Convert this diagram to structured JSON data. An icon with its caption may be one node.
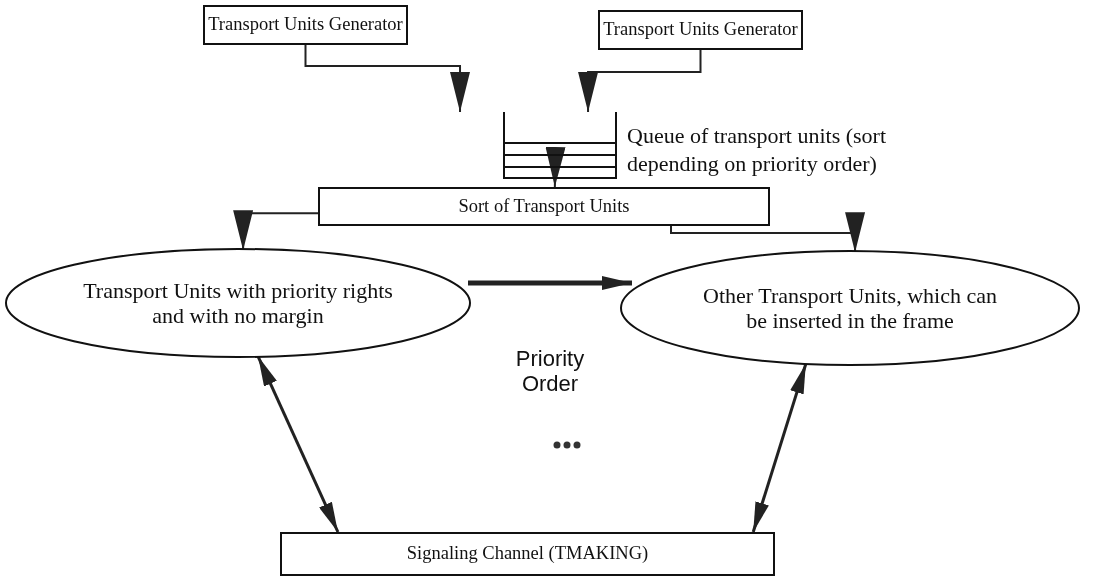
{
  "diagram": {
    "nodes": [
      {
        "text": [
          "Transport Units Generator"
        ]
      },
      {
        "text": [
          "Transport Units Generator"
        ]
      },
      {
        "text": [],
        "shape": "queue",
        "beside": [
          "Queue of transport units (sort depending on priority order)"
        ]
      },
      {
        "text": [
          "Sort of Transport Units"
        ]
      },
      {
        "text": [
          "Transport Units with priority rights and with no margin"
        ]
      },
      {
        "text": [
          "Other Transport Units, which can be inserted in the frame"
        ]
      },
      {
        "text": [
          "Signaling Channel (TMAKING)"
        ]
      }
    ],
    "edges": [
      {
        "from": 0,
        "to": 2,
        "arrow": "to"
      },
      {
        "from": 1,
        "to": 2,
        "arrow": "to"
      },
      {
        "from": 2,
        "to": 3,
        "arrow": "to"
      },
      {
        "from": 3,
        "to": 4,
        "arrow": "to"
      },
      {
        "from": 3,
        "to": 5,
        "arrow": "to"
      },
      {
        "from": 4,
        "to": 6,
        "arrow": "both"
      },
      {
        "from": 5,
        "to": 6,
        "arrow": "both"
      }
    ],
    "labels": [
      "Priority Order"
    ]
  }
}
